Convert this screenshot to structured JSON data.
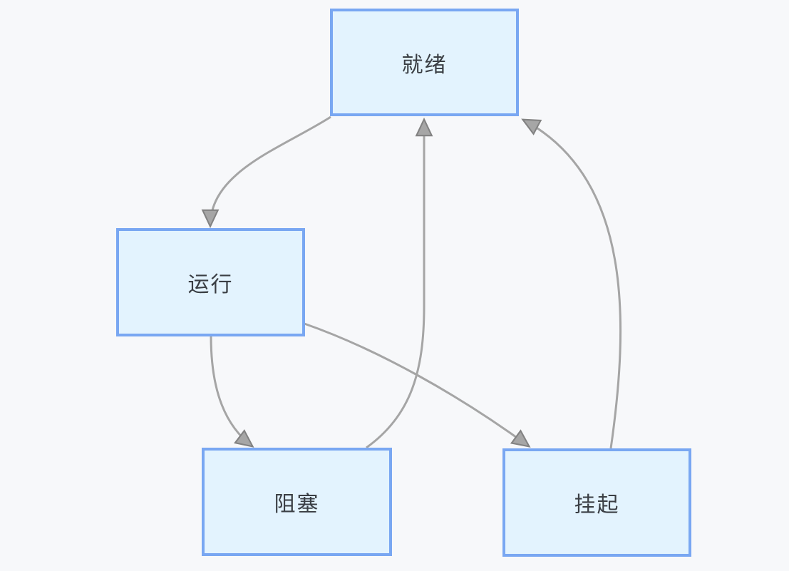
{
  "diagram": {
    "nodes": [
      {
        "id": "ready",
        "label": "就绪"
      },
      {
        "id": "running",
        "label": "运行"
      },
      {
        "id": "blocked",
        "label": "阻塞"
      },
      {
        "id": "suspended",
        "label": "挂起"
      }
    ],
    "edges": [
      {
        "from": "ready",
        "to": "running"
      },
      {
        "from": "running",
        "to": "blocked"
      },
      {
        "from": "running",
        "to": "suspended"
      },
      {
        "from": "blocked",
        "to": "ready"
      },
      {
        "from": "suspended",
        "to": "ready"
      }
    ],
    "colors": {
      "background": "#f7f8fa",
      "node_fill": "#e3f3fe",
      "node_border": "#79a7f2",
      "node_text": "#3a3e44",
      "edge_line": "#a5a5a5",
      "arrow_fill": "#a6a6a6",
      "arrow_stroke": "#828282"
    }
  }
}
